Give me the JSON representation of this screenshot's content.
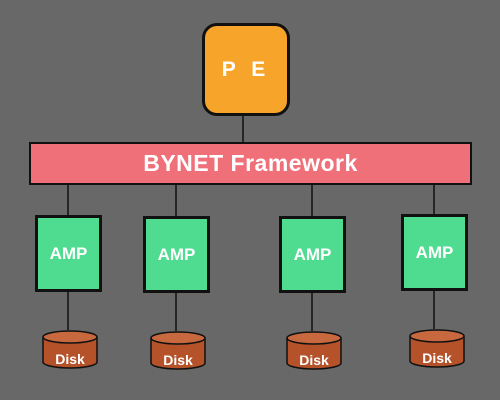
{
  "diagram": {
    "pe_label": "P E",
    "bynet_label": "BYNET Framework",
    "amps": [
      {
        "label": "AMP",
        "disk_label": "Disk"
      },
      {
        "label": "AMP",
        "disk_label": "Disk"
      },
      {
        "label": "AMP",
        "disk_label": "Disk"
      },
      {
        "label": "AMP",
        "disk_label": "Disk"
      }
    ]
  },
  "colors": {
    "background": "#686868",
    "pe": "#f7a52a",
    "bynet": "#f0707a",
    "amp": "#4fdc90",
    "disk": "#b5522a",
    "border": "#111111"
  }
}
